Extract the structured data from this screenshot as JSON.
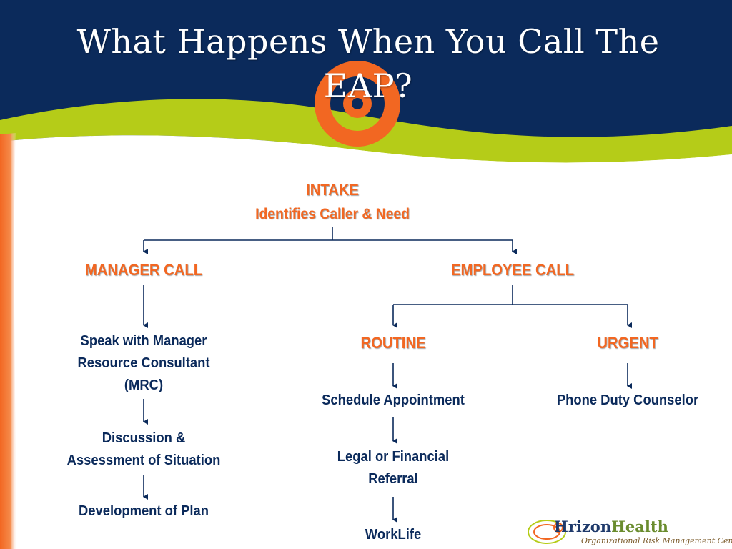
{
  "title": {
    "line1": "What Happens When You Call The",
    "line2": "EAP?"
  },
  "nodes": {
    "intake": "INTAKE",
    "intake_sub": "Identifies Caller & Need",
    "manager_call": "MANAGER CALL",
    "employee_call": "EMPLOYEE CALL",
    "speak_mrc": [
      "Speak with Manager",
      "Resource Consultant",
      "(MRC)"
    ],
    "discussion": [
      "Discussion &",
      "Assessment of Situation"
    ],
    "development": "Development  of Plan",
    "routine": "ROUTINE",
    "urgent": "URGENT",
    "schedule": "Schedule Appointment",
    "phone_duty": "Phone Duty Counselor",
    "legal": [
      "Legal or Financial",
      "Referral"
    ],
    "worklife": "WorkLife"
  },
  "logo": {
    "name_part1": "H",
    "name_part2": "rizon",
    "name_part3": "Health",
    "tagline": "Organizational Risk Management Center"
  },
  "colors": {
    "navy": "#0b2a5b",
    "orange": "#f26722",
    "lime": "#b5cc18",
    "connector": "#0b2a5b"
  }
}
